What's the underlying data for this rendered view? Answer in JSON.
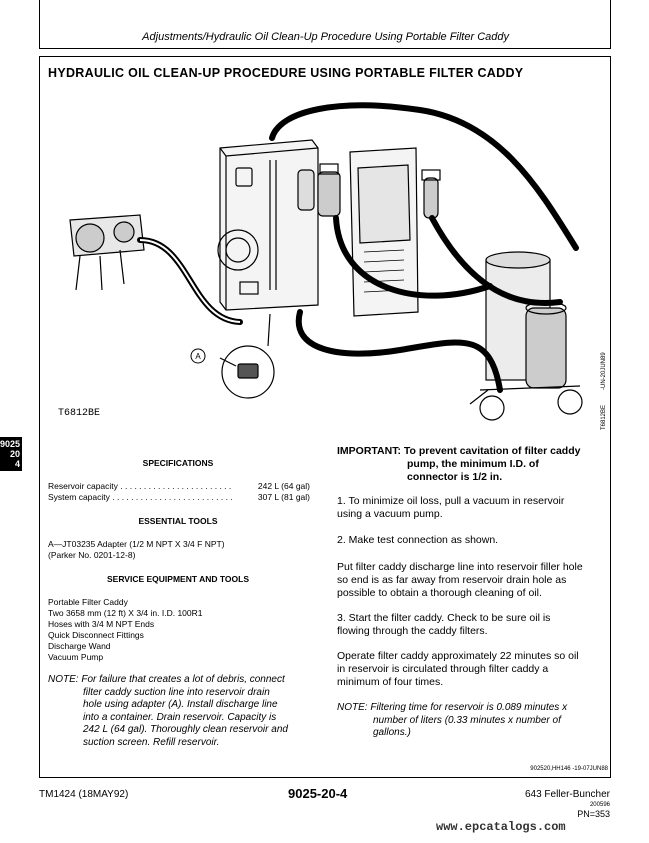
{
  "header": {
    "text": "Adjustments/Hydraulic Oil Clean-Up Procedure Using Portable Filter Caddy"
  },
  "section_title": "HYDRAULIC OIL CLEAN-UP PROCEDURE USING PORTABLE FILTER CADDY",
  "side_tab": {
    "line1": "9025",
    "line2": "20",
    "line3": "4"
  },
  "figure": {
    "label_a": "A",
    "figure_id": "T6812BE",
    "side_code1": "-UN-20JUN89",
    "side_code2": "T6812BE"
  },
  "specifications": {
    "heading": "SPECIFICATIONS",
    "rows": [
      {
        "label": "Reservoir capacity . . . . . . . . . . . . . . . . . . . . . . . .",
        "value": "242 L (64 gal)"
      },
      {
        "label": "System capacity . . . . . . . . . . . . . . . . . . . . . . . . . .",
        "value": "307 L (81 gal)"
      }
    ]
  },
  "essential_tools": {
    "heading": "ESSENTIAL TOOLS",
    "line1": "A—JT03235 Adapter (1/2 M NPT X 3/4 F NPT)",
    "line2": "(Parker No. 0201-12-8)"
  },
  "service_equipment": {
    "heading": "SERVICE EQUIPMENT AND TOOLS",
    "items": [
      "Portable Filter Caddy",
      "Two 3658 mm (12 ft) X 3/4 in. I.D. 100R1",
      "Hoses with 3/4 M NPT Ends",
      "Quick Disconnect Fittings",
      "Discharge Wand",
      "Vacuum Pump"
    ]
  },
  "note_left": [
    "NOTE: For failure that creates a lot of debris, connect",
    "filter caddy suction line into reservoir drain",
    "hole using adapter (A). Install discharge line",
    "into a container. Drain reservoir. Capacity is",
    "242 L (64 gal). Thoroughly clean reservoir and",
    "suction screen. Refill reservoir."
  ],
  "important": {
    "line1": "IMPORTANT: To prevent cavitation of filter caddy",
    "line2": "pump, the minimum I.D. of",
    "line3": "connector is 1/2 in."
  },
  "steps": [
    [
      "1. To minimize oil loss, pull a vacuum in reservoir",
      "using a vacuum pump."
    ],
    [
      "2. Make test connection as shown."
    ],
    [
      "Put filter caddy discharge line into reservoir filler hole",
      "so end is as far away from reservoir drain hole as",
      "possible to obtain a thorough cleaning of oil."
    ],
    [
      "3. Start the filter caddy. Check to be sure oil is",
      "flowing through the caddy filters."
    ],
    [
      "Operate filter caddy approximately 22 minutes so oil",
      "in reservoir is circulated through filter caddy a",
      "minimum of four times."
    ]
  ],
  "note_right": [
    "NOTE: Filtering time for reservoir is 0.089 minutes x",
    "number of liters (0.33 minutes x number of",
    "gallons.)"
  ],
  "code_line": "902520,HH146    -19-07JUN88",
  "footer": {
    "left": "TM1424 (18MAY92)",
    "center": "9025-20-4",
    "right": "643 Feller-Buncher",
    "date_small": "200596",
    "pn": "PN=353"
  },
  "watermark": "www.epcatalogs.com"
}
